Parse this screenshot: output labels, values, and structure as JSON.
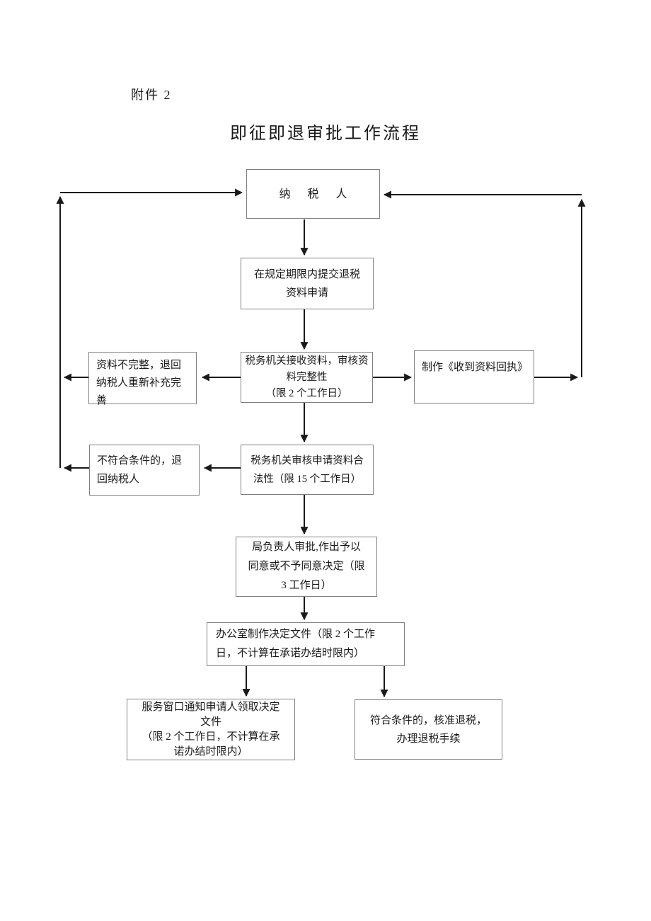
{
  "page": {
    "attachment_label": "附件 2",
    "title": "即征即退审批工作流程"
  },
  "colors": {
    "background": "#ffffff",
    "box_border": "#808080",
    "connector_line": "#1a1a1a",
    "text": "#1a1a1a"
  },
  "flowchart": {
    "nodes": {
      "taxpayer": {
        "label": "纳 税 人"
      },
      "submit": {
        "label": "在规定期限内提交退税\n资料申请"
      },
      "incomplete": {
        "label": "资料不完整，退回\n纳税人重新补充完\n善"
      },
      "receive": {
        "label": "税务机关接收资料，审核资\n料完整性\n（限 2 个工作日）"
      },
      "receipt": {
        "label": "制作《收到资料回执》"
      },
      "not_qualified": {
        "label": "不符合条件的，退\n回纳税人"
      },
      "review": {
        "label": "税务机关审核申请资料合\n法性（限 15 个工作日）"
      },
      "approval": {
        "label": "局负责人审批,作出予以\n同意或不予同意决定（限\n3 工作日）"
      },
      "decision_doc": {
        "label": "办公室制作决定文件（限 2 个工作\n日，不计算在承诺办结时限内）"
      },
      "service_window": {
        "label": "服务窗口通知申请人领取决定\n文件\n（限 2 个工作日，不计算在承\n诺办结时限内）"
      },
      "qualified": {
        "label": "符合条件的，核准退税，\n办理退税手续"
      }
    }
  }
}
